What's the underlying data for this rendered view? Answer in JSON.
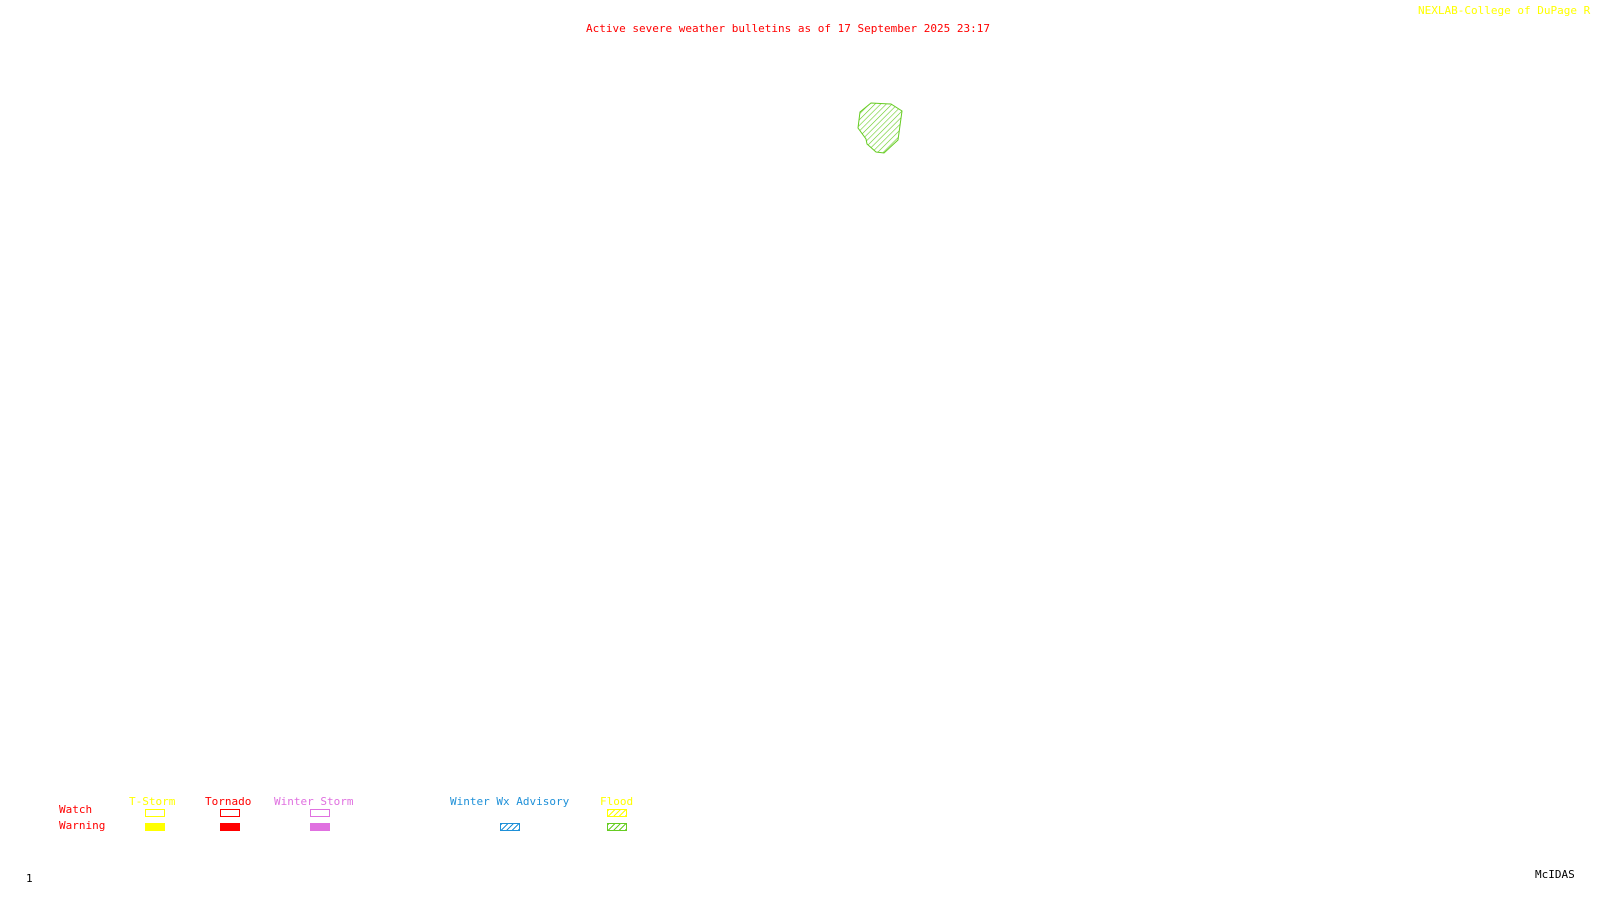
{
  "header": {
    "title": "Active severe weather bulletins as of 17 September 2025 23:17",
    "credit": "NEXLAB-College of DuPage R"
  },
  "legend": {
    "rows": {
      "watch": "Watch",
      "warning": "Warning"
    },
    "columns": [
      {
        "key": "tstorm",
        "label": "T-Storm",
        "color": "#ffff00",
        "watch": "outline",
        "warning": "filled"
      },
      {
        "key": "tornado",
        "label": "Tornado",
        "color": "#ff0000",
        "watch": "outline",
        "warning": "filled"
      },
      {
        "key": "winterstorm",
        "label": "Winter Storm",
        "color": "#e070e0",
        "watch": "outline",
        "warning": "filled"
      },
      {
        "key": "advisory",
        "label": "Winter Wx Advisory",
        "color": "#1e90d8",
        "warning": "hatched"
      },
      {
        "key": "flood",
        "label": "Flood",
        "watch_color": "#ffff00",
        "warning_color": "#66cc22",
        "watch": "hatched",
        "warning": "hatched"
      }
    ]
  },
  "bulletins": [
    {
      "type": "Flood Warning",
      "color": "#66cc22",
      "fill": "hatched"
    }
  ],
  "footer": {
    "frame": "1",
    "software": "McIDAS"
  }
}
